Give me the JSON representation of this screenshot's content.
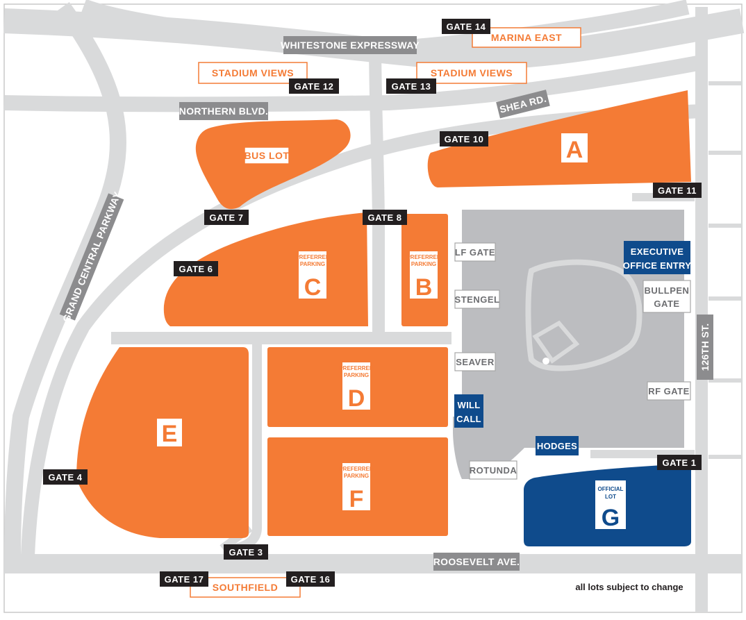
{
  "roads": {
    "whitestone": "WHITESTONE EXPRESSWAY",
    "northern": "NORTHERN BLVD.",
    "shea": "SHEA RD.",
    "grand_central": "GRAND CENTRAL PARKWAY",
    "roosevelt": "ROOSEVELT AVE.",
    "street_126": "126TH ST."
  },
  "gates": {
    "g14": "GATE 14",
    "g12": "GATE 12",
    "g13": "GATE 13",
    "g10": "GATE 10",
    "g11": "GATE 11",
    "g7": "GATE 7",
    "g8": "GATE 8",
    "g6": "GATE 6",
    "g4": "GATE 4",
    "g3": "GATE 3",
    "g1": "GATE 1",
    "g17": "GATE 17",
    "g16": "GATE 16"
  },
  "areas": {
    "marina_east": "MARINA EAST",
    "stadium_views_left": "STADIUM VIEWS",
    "stadium_views_right": "STADIUM VIEWS",
    "southfield": "SOUTHFIELD"
  },
  "lots": {
    "bus": "BUS LOT",
    "a": "A",
    "b": "B",
    "c": "C",
    "d": "D",
    "e": "E",
    "f": "F",
    "g": "G",
    "preferred_line1": "PREFERRED",
    "preferred_line2": "PARKING",
    "official_line1": "OFFICIAL",
    "official_line2": "LOT"
  },
  "stadium": {
    "lf_gate": "LF GATE",
    "stengel": "STENGEL",
    "seaver": "SEAVER",
    "rotunda": "ROTUNDA",
    "bullpen_line1": "BULLPEN",
    "bullpen_line2": "GATE",
    "rf_gate": "RF GATE",
    "exec_line1": "EXECUTIVE",
    "exec_line2": "OFFICE ENTRY",
    "will_call_line1": "WILL",
    "will_call_line2": "CALL",
    "hodges": "HODGES"
  },
  "note": "all lots subject to change",
  "colors": {
    "lot_orange": "#f47b35",
    "official_blue": "#0f4b8c",
    "road_gray": "#d9dadb",
    "stadium_gray": "#bcbdc0",
    "gate_black": "#231f20"
  }
}
